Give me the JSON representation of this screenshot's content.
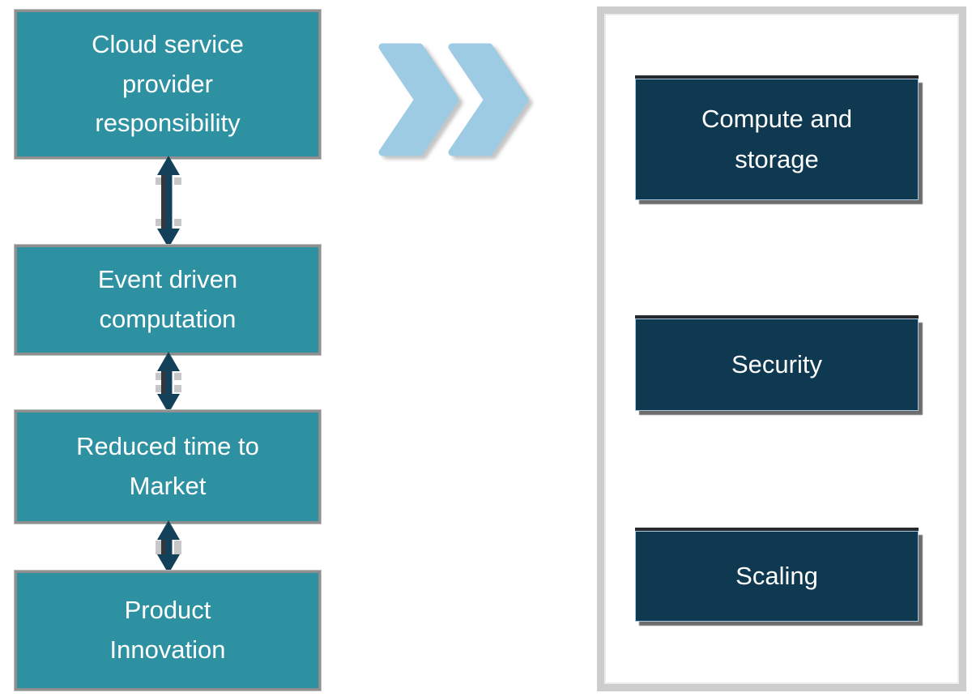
{
  "diagram": {
    "left_flow": {
      "boxes": [
        {
          "label": "Cloud service\nprovider\nresponsibility"
        },
        {
          "label": "Event driven\ncomputation"
        },
        {
          "label": "Reduced time to\nMarket"
        },
        {
          "label": "Product\nInnovation"
        }
      ]
    },
    "right_panel": {
      "boxes": [
        {
          "label": "Compute and\nstorage"
        },
        {
          "label": "Security"
        },
        {
          "label": "Scaling"
        }
      ]
    },
    "icons": {
      "chevrons": "fast-forward-chevrons",
      "connector": "double-headed-arrow"
    },
    "colors": {
      "teal_box": "#2E91A2",
      "teal_box_border": "#8F8F8F",
      "navy_box": "#0E3950",
      "navy_box_border": "#A9C7DD",
      "navy_box_shadow": "#6D6D6D",
      "chevron_blue": "#9DCBE4",
      "panel_border_gray": "#CDCDCD",
      "arrow_navy": "#14415A",
      "arrow_shadow_gray": "#33383C",
      "text": "#FFFFFF"
    }
  }
}
